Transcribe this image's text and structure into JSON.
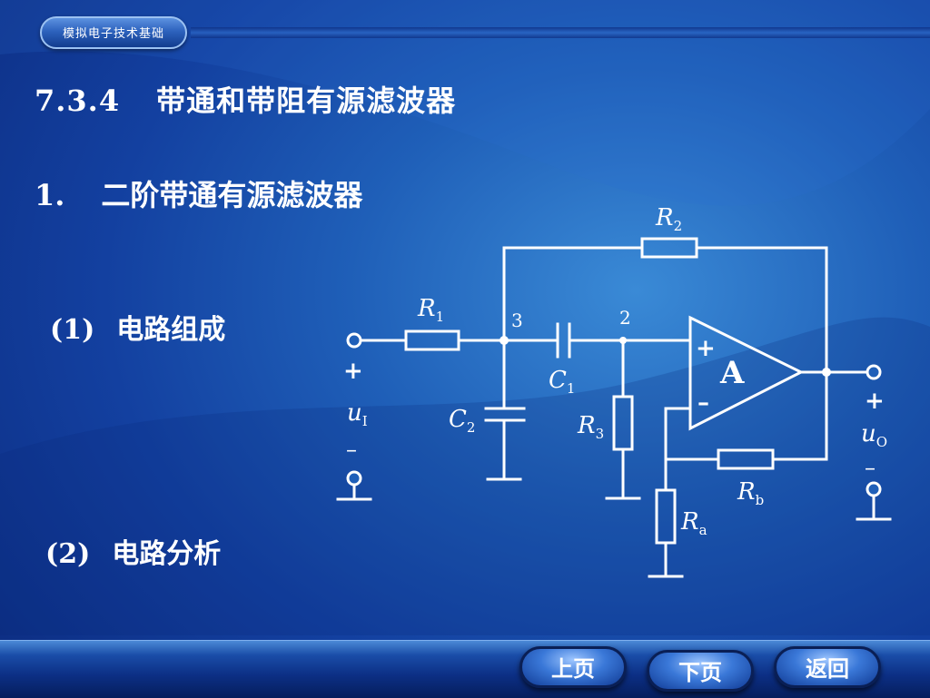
{
  "header": {
    "course_title": "模拟电子技术基础"
  },
  "section": {
    "number": "7.3.4",
    "title": "带通和带阻有源滤波器"
  },
  "subsection": {
    "number": "1.",
    "title": "二阶带通有源滤波器"
  },
  "items": [
    {
      "number": "(1)",
      "label": "电路组成"
    },
    {
      "number": "(2)",
      "label": "电路分析"
    }
  ],
  "circuit": {
    "R1": {
      "main": "R",
      "sub": "1"
    },
    "R2": {
      "main": "R",
      "sub": "2"
    },
    "R3": {
      "main": "R",
      "sub": "3"
    },
    "Ra": {
      "main": "R",
      "sub": "a"
    },
    "Rb": {
      "main": "R",
      "sub": "b"
    },
    "C1": {
      "main": "C",
      "sub": "1"
    },
    "C2": {
      "main": "C",
      "sub": "2"
    },
    "node3": "3",
    "node2": "2",
    "opamp": "A",
    "in_plus": "+",
    "in_minus": "–",
    "input": {
      "plus": "+",
      "main": "u",
      "sub": "I",
      "minus": "–"
    },
    "output": {
      "plus": "+",
      "main": "u",
      "sub": "O",
      "minus": "–"
    }
  },
  "nav": {
    "prev": "上页",
    "next": "下页",
    "back": "返回"
  },
  "colors": {
    "background": "#1f5fb8",
    "wire": "#ffffff",
    "footer": "#0c2f85"
  }
}
